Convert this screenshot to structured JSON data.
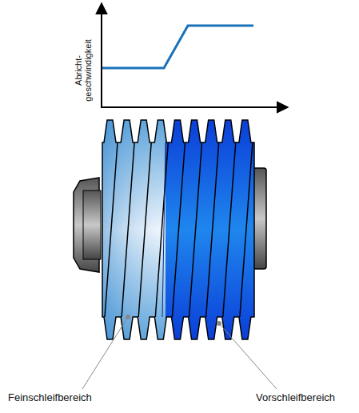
{
  "diagram": {
    "labels": [
      "Abricht- geschwindigkeit",
      "Feinschleifbereich",
      "Vorschleifbereich"
    ]
  }
}
